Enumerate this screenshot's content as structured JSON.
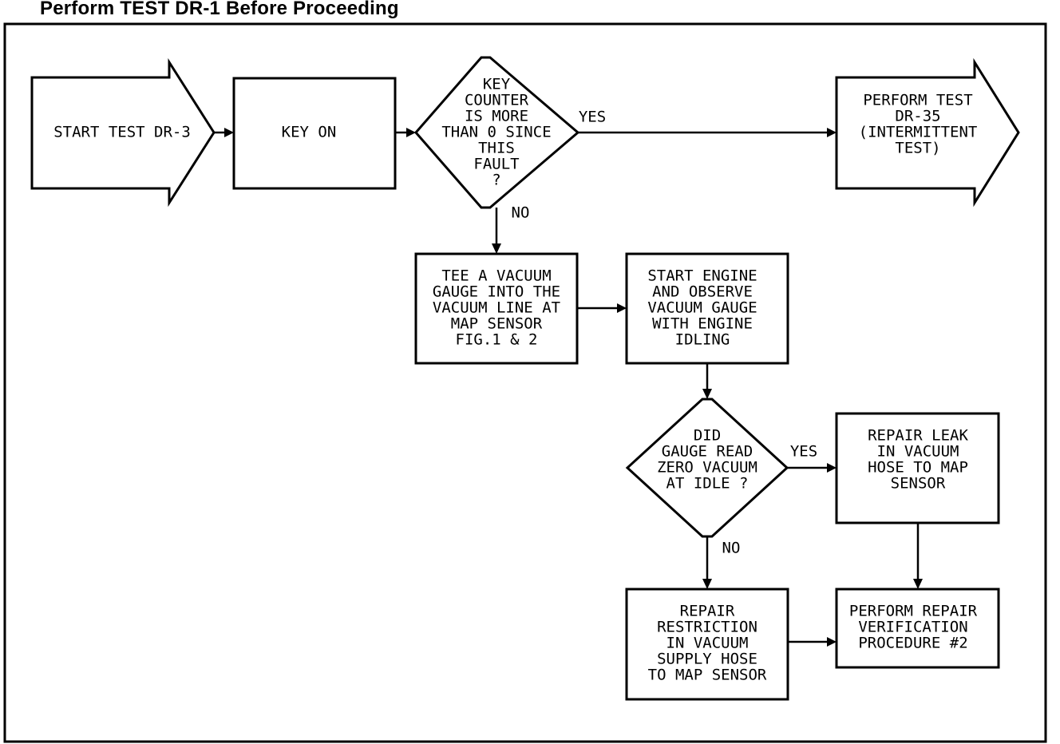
{
  "header": {
    "title": "Perform TEST DR-1 Before Proceeding"
  },
  "nodes": {
    "start": {
      "lines": [
        "START TEST DR-3"
      ]
    },
    "key_on": {
      "lines": [
        "KEY ON"
      ]
    },
    "decision1": {
      "lines": [
        "KEY",
        "COUNTER",
        "IS MORE",
        "THAN 0 SINCE",
        "THIS",
        "FAULT",
        "?"
      ]
    },
    "perform_dr35": {
      "lines": [
        "PERFORM TEST",
        "DR-35",
        "(INTERMITTENT",
        "TEST)"
      ]
    },
    "tee_gauge": {
      "lines": [
        "TEE A VACUUM",
        "GAUGE INTO THE",
        "VACUUM LINE AT",
        "MAP SENSOR",
        "FIG.1 & 2"
      ]
    },
    "start_engine": {
      "lines": [
        "START ENGINE",
        "AND OBSERVE",
        "VACUUM GAUGE",
        "WITH ENGINE",
        "IDLING"
      ]
    },
    "decision2": {
      "lines": [
        "DID",
        "GAUGE READ",
        "ZERO VACUUM",
        "AT IDLE ?"
      ]
    },
    "repair_leak": {
      "lines": [
        "REPAIR LEAK",
        "IN VACUUM",
        "HOSE TO MAP",
        "SENSOR"
      ]
    },
    "repair_restriction": {
      "lines": [
        "REPAIR",
        "RESTRICTION",
        "IN VACUUM",
        "SUPPLY HOSE",
        "TO MAP SENSOR"
      ]
    },
    "perform_repair": {
      "lines": [
        "PERFORM REPAIR",
        "VERIFICATION",
        "PROCEDURE #2"
      ]
    }
  },
  "edge_labels": {
    "d1_yes": "YES",
    "d1_no": "NO",
    "d2_yes": "YES",
    "d2_no": "NO"
  }
}
